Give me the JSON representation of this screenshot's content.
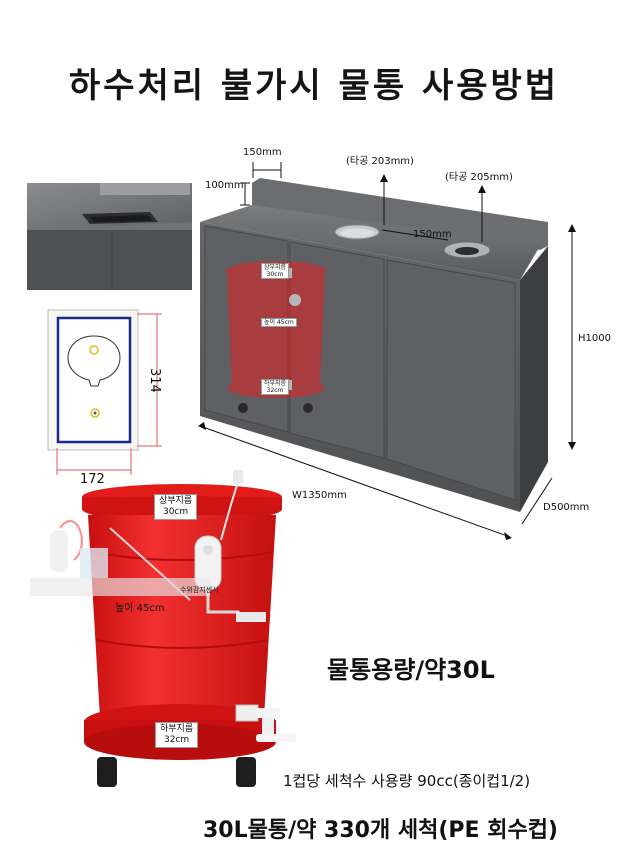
{
  "title": "하수처리 불가시 물통 사용방법",
  "dimensions": {
    "back_w": "150mm",
    "back_h": "100mm",
    "hole1": "(타공 203mm)",
    "hole2": "(타공 205mm)",
    "gap": "150mm",
    "height": "H1000",
    "width": "W1350mm",
    "depth": "D500mm",
    "plan_h": "314",
    "plan_w": "172"
  },
  "bucket_labels": {
    "top_dia": "상부지름\n30cm",
    "height": "높이 45cm",
    "bottom_dia": "하부지름\n32cm",
    "sensor": "수위감지센서"
  },
  "mini_bucket_labels": {
    "top_dia": "상부지름\n30cm",
    "height": "높이 45cm",
    "bottom_dia": "하부지름\n32cm"
  },
  "capacity": "물통용량/약30L",
  "usage": "1컵당 세척수 사용량 90cc(종이컵1/2)",
  "wash": "30L물통/약 330개 세척(PE 회수컵)",
  "colors": {
    "cabinet": "#5c5d5f",
    "bucket": "#e51c1c"
  }
}
